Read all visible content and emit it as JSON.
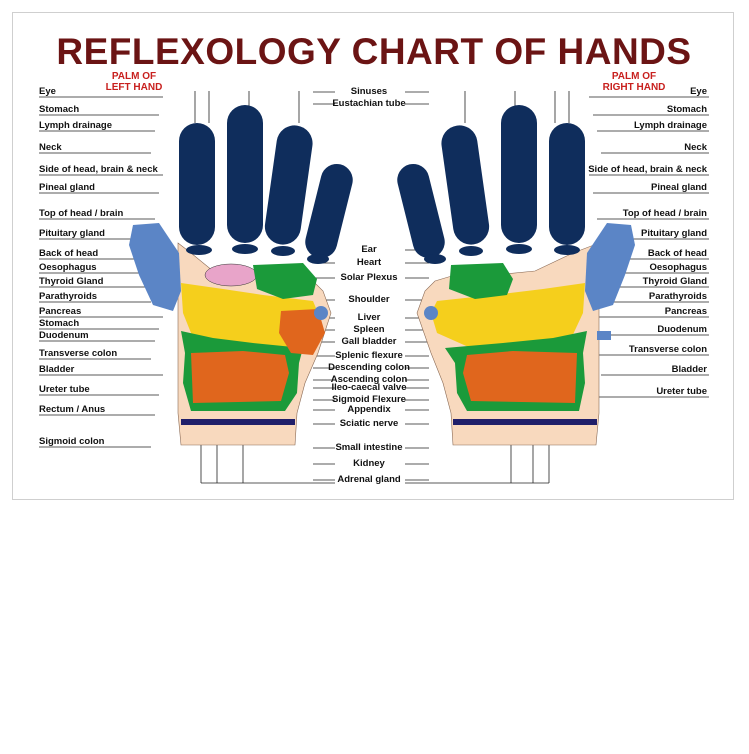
{
  "title": "REFLEXOLOGY CHART OF HANDS",
  "palm_left": [
    "PALM OF",
    "LEFT HAND"
  ],
  "palm_right": [
    "PALM OF",
    "RIGHT HAND"
  ],
  "colors": {
    "title": "#6b1414",
    "palm_heading": "#c8201e",
    "fingers": "#0f2d5c",
    "thumb": "#5b85c6",
    "skin": "#f8d9be",
    "yellow": "#f5cf1c",
    "green": "#1b9a3a",
    "orange": "#e0661d",
    "pink": "#e8a4c9",
    "sciatic": "#201f6a"
  },
  "left_labels": [
    "Eye",
    "Stomach",
    "Lymph drainage",
    "Neck",
    "Side of head, brain & neck",
    "Pineal gland",
    "Top of head / brain",
    "Pituitary gland",
    "Back of head",
    "Oesophagus",
    "Thyroid Gland",
    "Parathyroids",
    "Pancreas",
    "Stomach",
    "Duodenum",
    "Transverse colon",
    "Bladder",
    "Ureter tube",
    "Rectum / Anus",
    "Sigmoid colon"
  ],
  "right_labels": [
    "Eye",
    "Stomach",
    "Lymph drainage",
    "Neck",
    "Side of head, brain & neck",
    "Pineal gland",
    "Top of head / brain",
    "Pituitary gland",
    "Back of head",
    "Oesophagus",
    "Thyroid Gland",
    "Parathyroids",
    "Pancreas",
    "Duodenum",
    "Transverse colon",
    "Bladder",
    "Ureter tube"
  ],
  "center_labels": [
    "Sinuses",
    "Eustachian tube",
    "Ear",
    "Heart",
    "Solar Plexus",
    "Shoulder",
    "Liver",
    "Spleen",
    "Gall bladder",
    "Splenic flexure",
    "Descending colon",
    "Ascending colon",
    "Ileo-caecal valve",
    "Sigmoid Flexure",
    "Appendix",
    "Sciatic nerve",
    "Small intestine",
    "Kidney",
    "Adrenal gland"
  ]
}
